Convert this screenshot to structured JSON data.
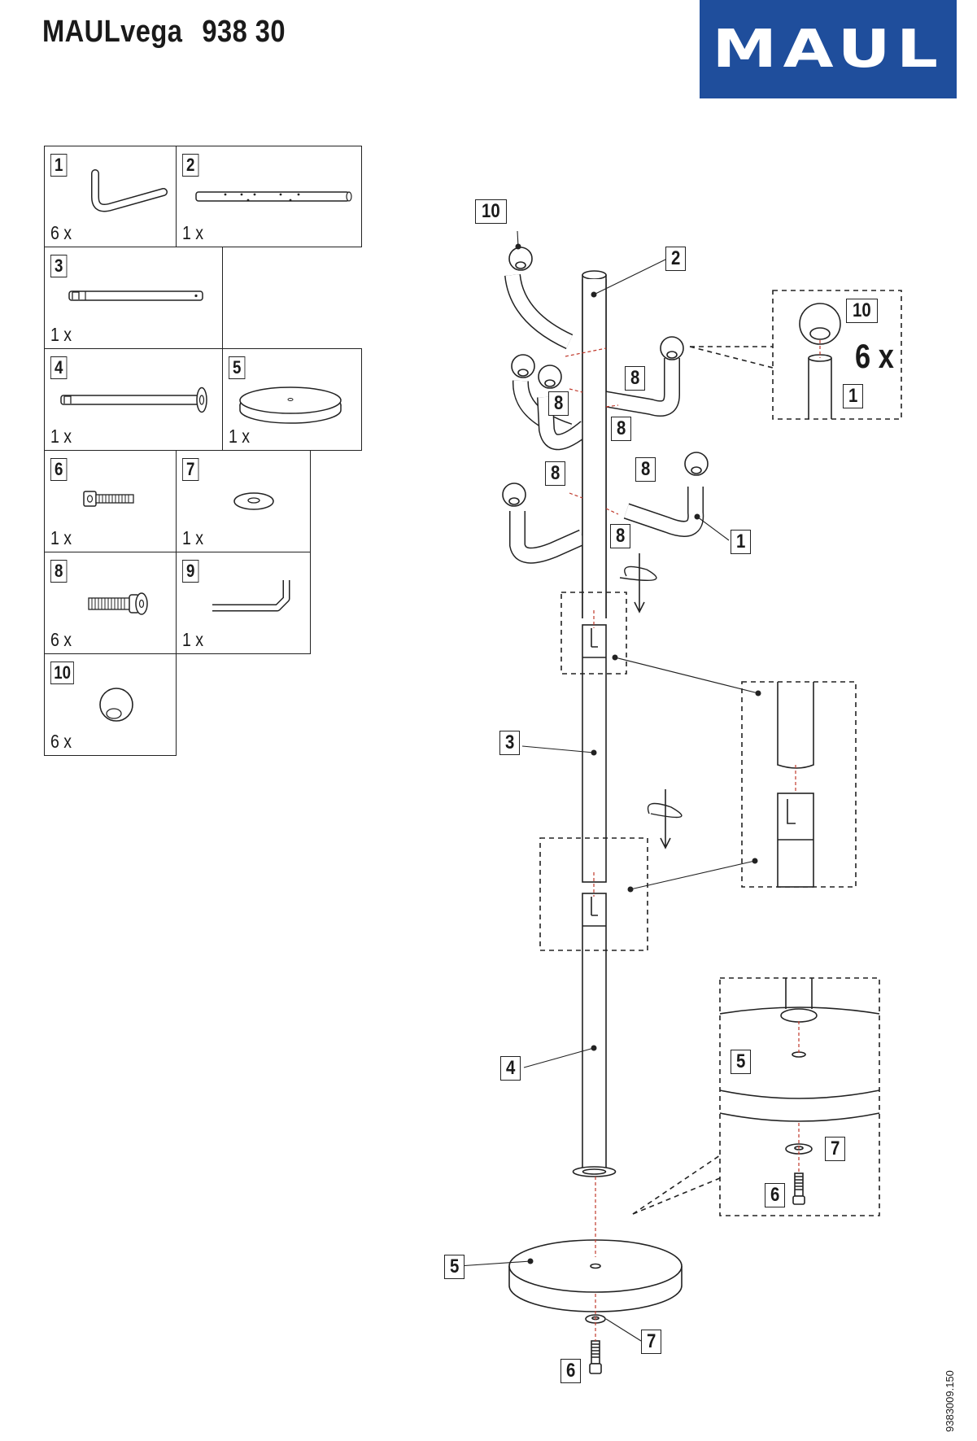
{
  "header": {
    "product_name": "MAULvega",
    "article_number": "938 30",
    "brand_logo": "MAUL"
  },
  "parts": [
    {
      "number": "1",
      "quantity": "6 x",
      "icon": "hook-arm-icon"
    },
    {
      "number": "2",
      "quantity": "1 x",
      "icon": "top-tube-icon"
    },
    {
      "number": "3",
      "quantity": "1 x",
      "icon": "middle-tube-icon"
    },
    {
      "number": "4",
      "quantity": "1 x",
      "icon": "bottom-tube-flange-icon"
    },
    {
      "number": "5",
      "quantity": "1 x",
      "icon": "base-plate-icon"
    },
    {
      "number": "6",
      "quantity": "1 x",
      "icon": "socket-screw-icon"
    },
    {
      "number": "7",
      "quantity": "1 x",
      "icon": "washer-icon"
    },
    {
      "number": "8",
      "quantity": "6 x",
      "icon": "hook-screw-icon"
    },
    {
      "number": "9",
      "quantity": "1 x",
      "icon": "allen-key-icon"
    },
    {
      "number": "10",
      "quantity": "6 x",
      "icon": "ball-cap-icon"
    }
  ],
  "diagram": {
    "callouts": {
      "c10": "10",
      "c2": "2",
      "c8a": "8",
      "c8b": "8",
      "c8c": "8",
      "c8d": "8",
      "c8e": "8",
      "c8f": "8",
      "c1": "1",
      "c3": "3",
      "c4": "4",
      "c5": "5",
      "c7": "7",
      "c6": "6"
    },
    "detail_ball": {
      "part": "10",
      "part_hook": "1",
      "count": "6 x"
    },
    "detail_base": {
      "p5": "5",
      "p7": "7",
      "p6": "6"
    }
  },
  "footer": {
    "document_number": "9383009.150"
  },
  "colors": {
    "brand_blue": "#1f4e9c",
    "guide_red": "#c0392b",
    "line": "#222222"
  }
}
